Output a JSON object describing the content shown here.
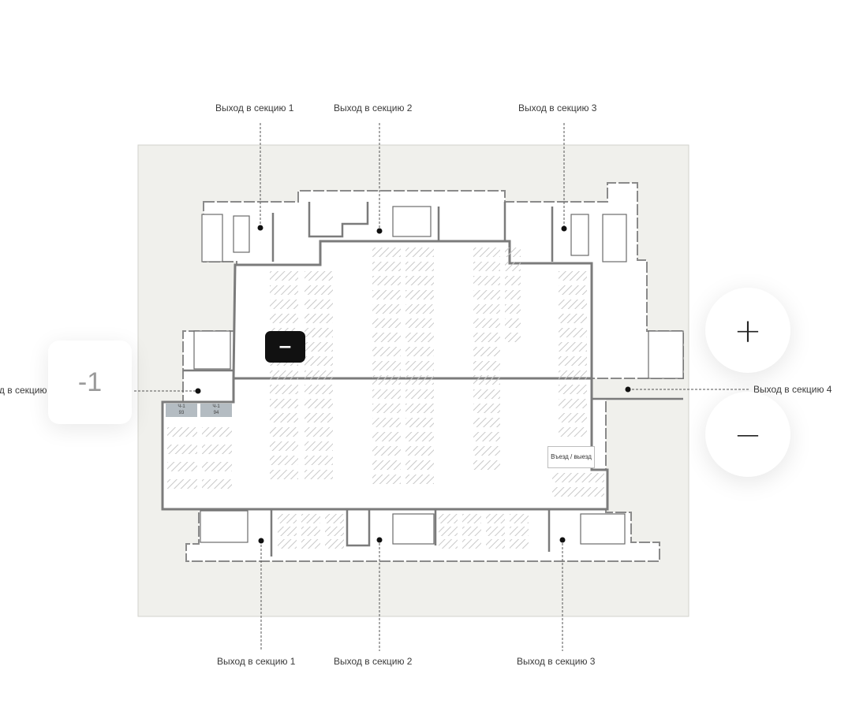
{
  "map": {
    "level_label": "-1",
    "zoom_in_label": "+",
    "zoom_out_label": "−",
    "section_badge": "−",
    "exit_sign": "Въезд / выезд",
    "slot_tags": [
      {
        "line1": "Ч-1",
        "line2": "93"
      },
      {
        "line1": "Ч-1",
        "line2": "94"
      }
    ],
    "callouts": {
      "top_1": "Выход в секцию 1",
      "top_2": "Выход в секцию 2",
      "top_3": "Выход в секцию 3",
      "left": "Выход в секцию",
      "right": "Выход в секцию 4",
      "bottom_1": "Выход в секцию 1",
      "bottom_2": "Выход в секцию 2",
      "bottom_3": "Выход в секцию 3"
    },
    "colors": {
      "paper": "#f0f0ec",
      "wall": "#8a8a8a",
      "hatch": "#cfcfcf",
      "tag": "#b4bcc2",
      "badge": "#111111"
    }
  }
}
